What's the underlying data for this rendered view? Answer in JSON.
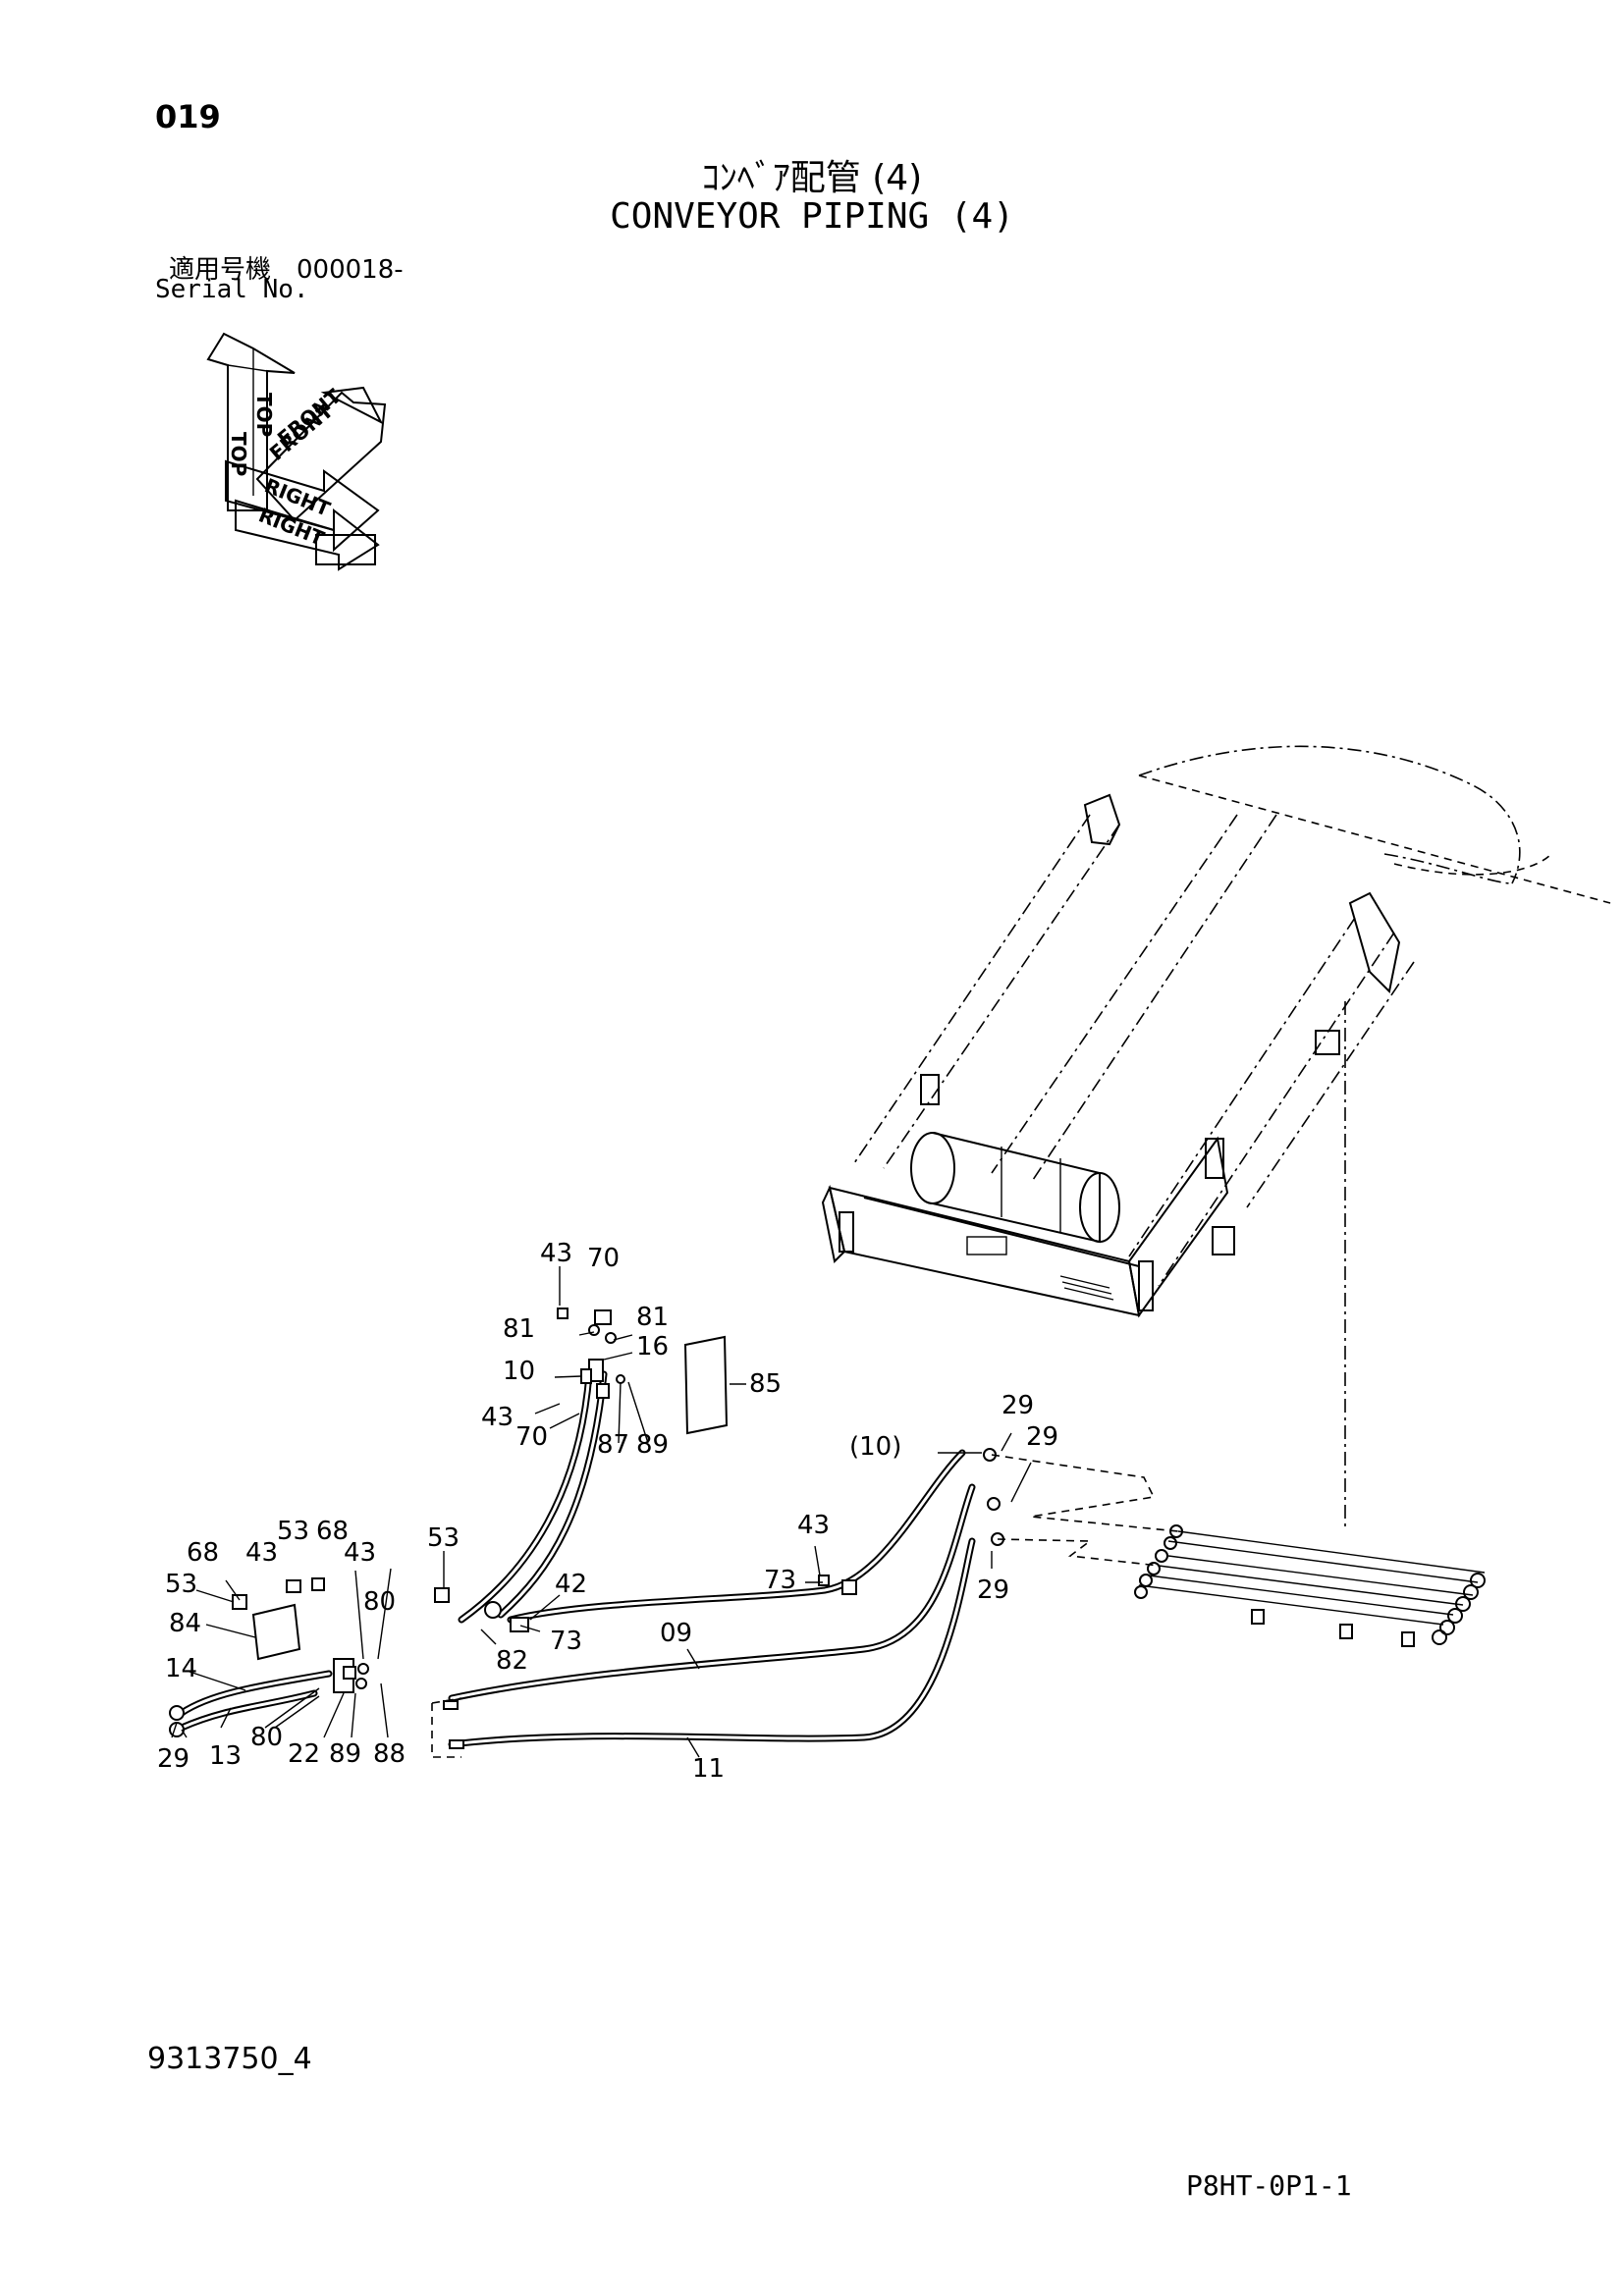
{
  "header": {
    "page_number": "019",
    "title_jp": "ｺﾝﾍﾞｱ配管 (4)",
    "title_en": "CONVEYOR PIPING (4)",
    "serial_label_jp": "適用号機　000018-",
    "serial_label_en": "Serial No."
  },
  "orientation_indicator": {
    "labels": [
      "TOP",
      "TOP",
      "FRONT",
      "FRONT",
      "RIGHT",
      "RIGHT"
    ]
  },
  "callouts": [
    "43",
    "70",
    "81",
    "81",
    "16",
    "10",
    "85",
    "43",
    "70",
    "87",
    "89",
    "29",
    "29",
    "(10)",
    "43",
    "73",
    "29",
    "53",
    "68",
    "68",
    "43",
    "43",
    "53",
    "53",
    "80",
    "42",
    "73",
    "09",
    "84",
    "82",
    "14",
    "29",
    "13",
    "80",
    "22",
    "89",
    "88",
    "11"
  ],
  "footer": {
    "drawing_number": "9313750_4",
    "sheet_code": "P8HT-0P1-1"
  }
}
